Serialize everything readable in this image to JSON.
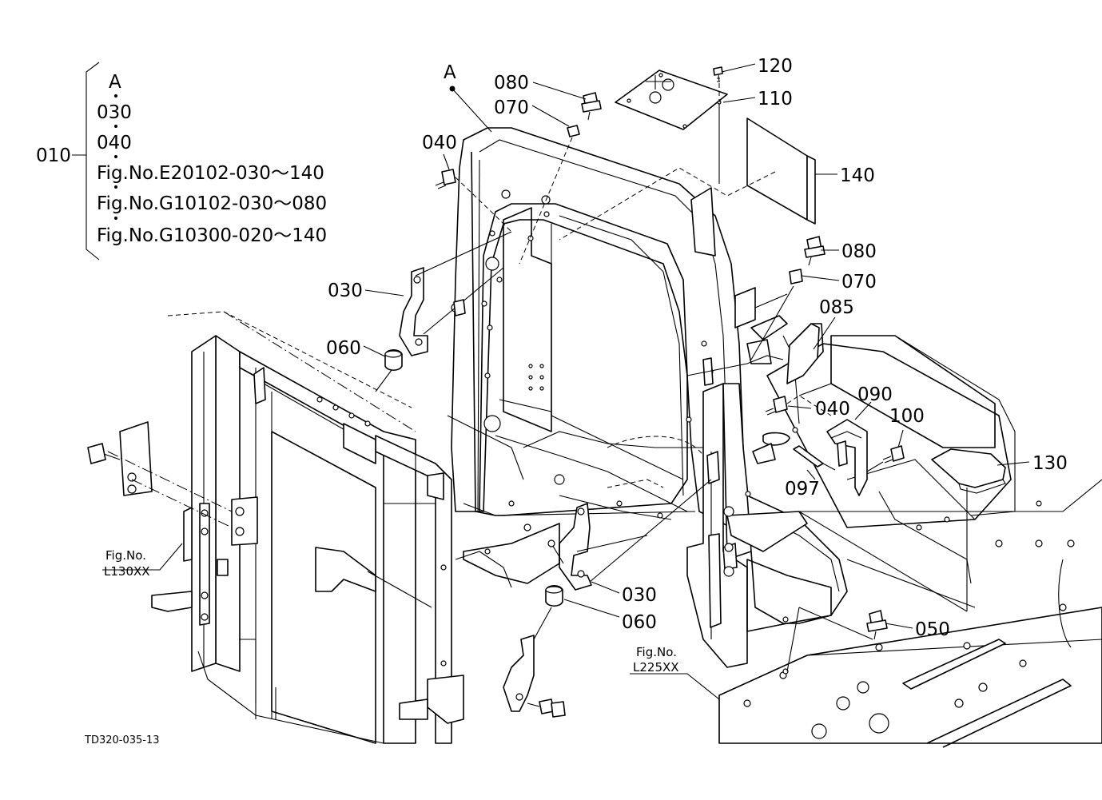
{
  "figure_code": "TD320-035-13",
  "view_marker": "A",
  "assembly": {
    "parent": "010",
    "items": [
      "A",
      "030",
      "040",
      "Fig.No.E20102-030～140",
      "Fig.No.G10102-030～080",
      "Fig.No.G10300-020～140"
    ]
  },
  "callouts": {
    "c120": "120",
    "c110": "110",
    "c140": "140",
    "c080a": "080",
    "c070a": "070",
    "c040a": "040",
    "c080b": "080",
    "c070b": "070",
    "c085": "085",
    "c030a": "030",
    "c060a": "060",
    "c040b": "040",
    "c090": "090",
    "c100": "100",
    "c130": "130",
    "c097": "097",
    "c030b": "030",
    "c060b": "060",
    "c050": "050"
  },
  "references": {
    "ref1_line1": "Fig.No.",
    "ref1_line2": "L130XX",
    "ref2_line1": "Fig.No.",
    "ref2_line2": "L225XX"
  }
}
